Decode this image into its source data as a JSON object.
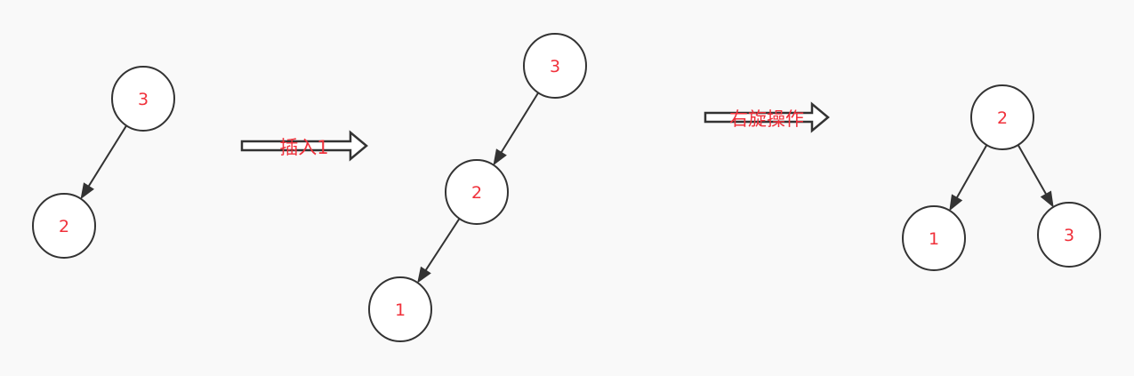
{
  "diagram": {
    "trees": [
      {
        "name": "before-insert",
        "nodes": [
          {
            "id": "a3",
            "label": "3"
          },
          {
            "id": "a2",
            "label": "2"
          }
        ],
        "edges": [
          {
            "from": "a3",
            "to": "a2"
          }
        ]
      },
      {
        "name": "after-insert",
        "nodes": [
          {
            "id": "b3",
            "label": "3"
          },
          {
            "id": "b2",
            "label": "2"
          },
          {
            "id": "b1",
            "label": "1"
          }
        ],
        "edges": [
          {
            "from": "b3",
            "to": "b2"
          },
          {
            "from": "b2",
            "to": "b1"
          }
        ]
      },
      {
        "name": "after-rotation",
        "nodes": [
          {
            "id": "c2",
            "label": "2"
          },
          {
            "id": "c1",
            "label": "1"
          },
          {
            "id": "c3",
            "label": "3"
          }
        ],
        "edges": [
          {
            "from": "c2",
            "to": "c1"
          },
          {
            "from": "c2",
            "to": "c3"
          }
        ]
      }
    ],
    "steps": [
      {
        "name": "insert",
        "label": "插入1"
      },
      {
        "name": "rotate-right",
        "label": "右旋操作"
      }
    ]
  }
}
